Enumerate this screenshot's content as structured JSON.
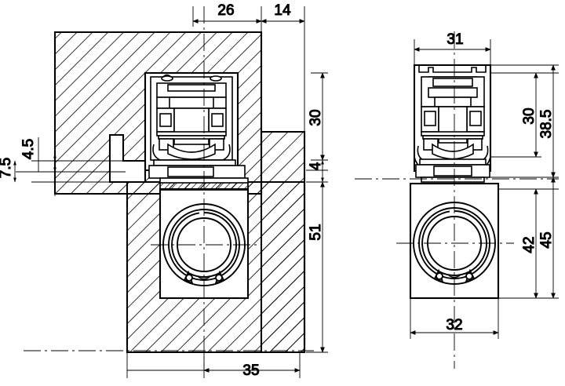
{
  "drawing": {
    "title": "Technical sectional drawing - roller carriage / guide fitting",
    "type": "engineering-section-drawing",
    "background_color": "#ffffff",
    "line_color": "#000000",
    "units": "mm"
  },
  "views": {
    "left": {
      "name": "section-view-left",
      "description": "Cross-section through door leaf and frame with hatched material, roller carriage assembly and circular roller bearing"
    },
    "right": {
      "name": "elevation-view-right",
      "description": "Front elevation of the carriage assembly with roller bearing"
    }
  },
  "dimensions": {
    "left_view": [
      {
        "name": "dim-26",
        "label": "26",
        "orientation": "horizontal",
        "position": "top"
      },
      {
        "name": "dim-14",
        "label": "14",
        "orientation": "horizontal",
        "position": "top"
      },
      {
        "name": "dim-4-5",
        "label": "4.5",
        "orientation": "vertical",
        "position": "left"
      },
      {
        "name": "dim-7-5",
        "label": "7.5",
        "orientation": "vertical",
        "position": "left"
      },
      {
        "name": "dim-30",
        "label": "30",
        "orientation": "vertical",
        "position": "right"
      },
      {
        "name": "dim-4",
        "label": "4",
        "orientation": "vertical",
        "position": "right"
      },
      {
        "name": "dim-51",
        "label": "51",
        "orientation": "vertical",
        "position": "right"
      },
      {
        "name": "dim-35",
        "label": "35",
        "orientation": "horizontal",
        "position": "bottom"
      }
    ],
    "right_view": [
      {
        "name": "dim-31",
        "label": "31",
        "orientation": "horizontal",
        "position": "top"
      },
      {
        "name": "dim-30-right",
        "label": "30",
        "orientation": "vertical",
        "position": "right"
      },
      {
        "name": "dim-38-5",
        "label": "38.5",
        "orientation": "vertical",
        "position": "right"
      },
      {
        "name": "dim-42",
        "label": "42",
        "orientation": "vertical",
        "position": "right"
      },
      {
        "name": "dim-45",
        "label": "45",
        "orientation": "vertical",
        "position": "right"
      },
      {
        "name": "dim-32",
        "label": "32",
        "orientation": "horizontal",
        "position": "bottom"
      }
    ]
  },
  "labels": {
    "d26": "26",
    "d14": "14",
    "d45": "4.5",
    "d75": "7.5",
    "d30": "30",
    "d4": "4",
    "d51": "51",
    "d35": "35",
    "d31": "31",
    "d30r": "30",
    "d385": "38.5",
    "d42": "42",
    "d45r": "45",
    "d32": "32"
  }
}
